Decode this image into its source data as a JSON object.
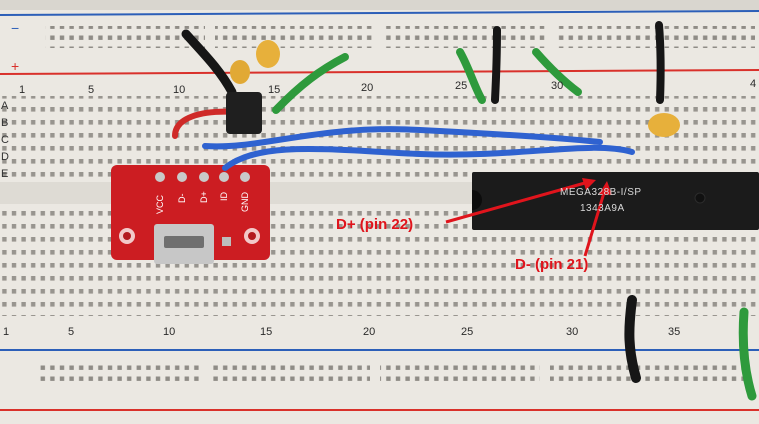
{
  "rail_labels": {
    "minus": "−",
    "plus": "+"
  },
  "row_letters": [
    "A",
    "B",
    "C",
    "D",
    "E"
  ],
  "column_numbers_top": [
    "1",
    "5",
    "10",
    "15",
    "20",
    "25",
    "30",
    "4"
  ],
  "column_numbers_bottom": [
    "1",
    "5",
    "10",
    "15",
    "20",
    "25",
    "30",
    "35"
  ],
  "breakout_pins": [
    "VCC",
    "D-",
    "D+",
    "ID",
    "GND"
  ],
  "chip_text": {
    "line1": "MEGA328B-I/SP",
    "line2": "1343A9A"
  },
  "annotations": {
    "dplus": "D+ (pin 22)",
    "dminus": "D- (pin 21)"
  },
  "colors": {
    "board": "#f1efea",
    "rail_blue": "#2c5fb8",
    "rail_red": "#d9312b",
    "pcb": "#cc1d22",
    "chip": "#1b1b1b",
    "wire_blue": "#2f62d0",
    "wire_green": "#2e9a3c",
    "wire_black": "#161616",
    "annotation": "#e0141c"
  }
}
